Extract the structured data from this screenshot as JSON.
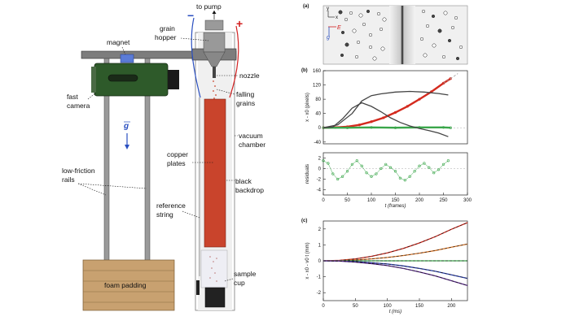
{
  "apparatus": {
    "labels": {
      "to_pump": "to pump",
      "minus": "−",
      "plus": "+",
      "grain_hopper": [
        "grain",
        "hopper"
      ],
      "magnet": "magnet",
      "nozzle": "nozzle",
      "falling_grains": [
        "falling",
        "grains"
      ],
      "fast_camera": [
        "fast",
        "camera"
      ],
      "g_vector": "g",
      "vacuum_chamber": [
        "vacuum",
        "chamber"
      ],
      "copper_plates": [
        "copper",
        "plates"
      ],
      "low_friction_rails": [
        "low-friction",
        "rails"
      ],
      "black_backdrop": [
        "black",
        "backdrop"
      ],
      "reference_string": [
        "reference",
        "string"
      ],
      "sample_cup": [
        "sample",
        "cup"
      ],
      "foam_padding": "foam padding"
    },
    "colors": {
      "copper": "#c9442c",
      "camera": "#2e5a2a",
      "magnet": "#5b7bd6",
      "rails": "#888888",
      "foam": "#c8a170",
      "red_wire": "#d22020",
      "blue_wire": "#2a4fc0"
    }
  },
  "panel_a": {
    "label": "(a)",
    "axes": {
      "y": "y",
      "x": "x",
      "E": "E",
      "g": "g"
    }
  },
  "chart_data": [
    {
      "type": "line",
      "panel": "(b)",
      "ylabel": "x - x0 (pixels)",
      "ylim": [
        -45,
        160
      ],
      "xlim": [
        0,
        300
      ],
      "yticks": [
        "160",
        "120",
        "80",
        "40",
        "0",
        "-40"
      ],
      "series": [
        {
          "color": "#d42a1e",
          "style": "points",
          "x": [
            0,
            25,
            50,
            75,
            100,
            125,
            150,
            175,
            200,
            225,
            250,
            265
          ],
          "y": [
            0,
            1,
            3,
            8,
            17,
            28,
            43,
            60,
            80,
            101,
            125,
            138
          ]
        },
        {
          "color": "#999999",
          "style": "dashed",
          "x": [
            250,
            265,
            280
          ],
          "y": [
            125,
            138,
            152
          ]
        },
        {
          "color": "#3aa64a",
          "style": "points",
          "x": [
            0,
            50,
            100,
            150,
            200,
            250,
            265
          ],
          "y": [
            0,
            0,
            1,
            0,
            1,
            1,
            0
          ]
        },
        {
          "color": "#444444",
          "style": "line",
          "x": [
            0,
            20,
            40,
            60,
            80,
            100,
            120,
            140,
            160,
            180,
            200,
            220,
            240,
            260
          ],
          "y": [
            0,
            2,
            25,
            55,
            70,
            60,
            45,
            28,
            15,
            5,
            -2,
            -8,
            -15,
            -25
          ]
        },
        {
          "color": "#444444",
          "style": "line",
          "x": [
            0,
            30,
            60,
            80,
            100,
            120,
            150,
            180,
            210,
            240,
            260
          ],
          "y": [
            0,
            8,
            40,
            75,
            90,
            95,
            100,
            102,
            100,
            96,
            92
          ]
        }
      ]
    },
    {
      "type": "scatter",
      "panel": "(b) residuals",
      "ylabel": "residuals",
      "xlabel": "t (frames)",
      "ylim": [
        -5,
        3
      ],
      "xlim": [
        0,
        300
      ],
      "yticks": [
        "2",
        "0",
        "-2",
        "-4"
      ],
      "xticks": [
        "0",
        "50",
        "100",
        "150",
        "200",
        "250",
        "300"
      ],
      "series": [
        {
          "color": "#3aa64a",
          "x": [
            0,
            10,
            20,
            30,
            40,
            50,
            60,
            70,
            80,
            90,
            100,
            110,
            120,
            130,
            140,
            150,
            160,
            170,
            180,
            190,
            200,
            210,
            220,
            230,
            240,
            250,
            260
          ],
          "y": [
            1.5,
            1.0,
            -1.0,
            -2.0,
            -1.5,
            -0.5,
            0.8,
            1.5,
            0.5,
            -0.8,
            -1.5,
            -1.0,
            0.0,
            0.8,
            0.2,
            -0.5,
            -1.8,
            -2.2,
            -1.5,
            -0.5,
            0.5,
            1.0,
            0.2,
            -0.8,
            -0.2,
            0.8,
            1.5
          ]
        }
      ]
    },
    {
      "type": "line",
      "panel": "(c)",
      "ylabel": "x - x0 - v0 t (mm)",
      "xlabel": "t (ms)",
      "ylim": [
        -2.5,
        2.5
      ],
      "xlim": [
        0,
        225
      ],
      "yticks": [
        "2",
        "1",
        "0",
        "-1",
        "-2"
      ],
      "xticks": [
        "0",
        "50",
        "100",
        "150",
        "200"
      ],
      "series": [
        {
          "color": "#d42a1e",
          "x": [
            0,
            25,
            50,
            75,
            100,
            125,
            150,
            175,
            200,
            225
          ],
          "y": [
            0,
            0.03,
            0.12,
            0.28,
            0.5,
            0.78,
            1.12,
            1.52,
            1.98,
            2.4
          ]
        },
        {
          "color": "#e07a2a",
          "x": [
            0,
            25,
            50,
            75,
            100,
            125,
            150,
            175,
            200,
            225
          ],
          "y": [
            0,
            0.01,
            0.05,
            0.12,
            0.21,
            0.33,
            0.48,
            0.65,
            0.85,
            1.05
          ]
        },
        {
          "color": "#3aa64a",
          "x": [
            0,
            50,
            100,
            150,
            200,
            225
          ],
          "y": [
            0,
            0,
            0,
            0,
            0,
            0
          ]
        },
        {
          "color": "#2a3fb0",
          "x": [
            0,
            25,
            50,
            75,
            100,
            125,
            150,
            175,
            200,
            225
          ],
          "y": [
            0,
            -0.01,
            -0.05,
            -0.12,
            -0.2,
            -0.32,
            -0.48,
            -0.66,
            -0.88,
            -1.1
          ]
        },
        {
          "color": "#5a2a8a",
          "x": [
            0,
            25,
            50,
            75,
            100,
            125,
            150,
            175,
            200,
            225
          ],
          "y": [
            0,
            -0.02,
            -0.08,
            -0.18,
            -0.3,
            -0.48,
            -0.7,
            -0.95,
            -1.25,
            -1.55
          ]
        }
      ]
    }
  ]
}
